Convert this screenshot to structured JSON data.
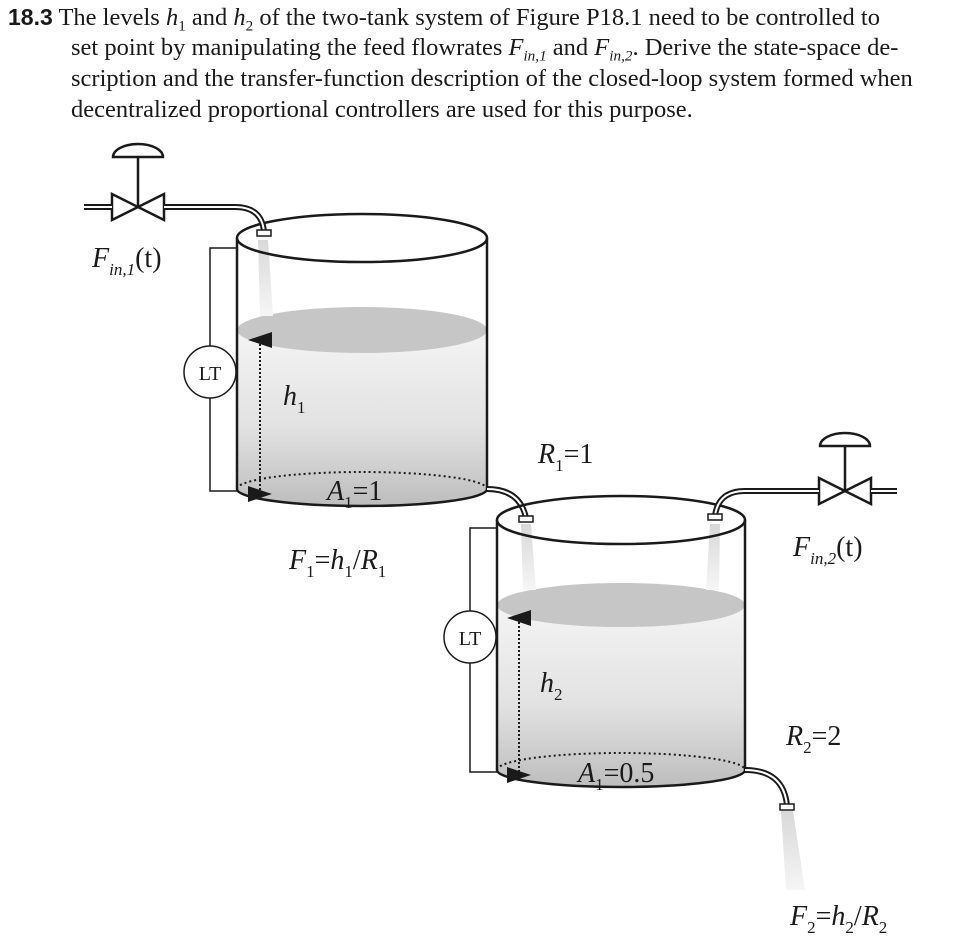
{
  "problem": {
    "number": "18.3",
    "line1": {
      "a": "The levels",
      "h": "h",
      "sub1": "1",
      "and": "and",
      "h2": "h",
      "sub2": "2",
      "b": "of the two-tank system of Figure P18.1 need to be controlled to"
    },
    "line2": {
      "a": "set point by manipulating the feed flowrates",
      "F": "F",
      "sub1": "in,1",
      "and": "and",
      "F2": "F",
      "sub2": "in,2",
      "b": ". Derive the state-space de-"
    },
    "line3": "scription and the transfer-function description of the closed-loop system formed when",
    "line4": "decentralized proportional controllers are used for this purpose."
  },
  "diagram": {
    "fin1": {
      "F": "F",
      "sub": "in,1",
      "arg": "(t)"
    },
    "fin2": {
      "F": "F",
      "sub": "in,2",
      "arg": "(t)"
    },
    "lt1": "LT",
    "lt2": "LT",
    "h1": {
      "h": "h",
      "sub": "1"
    },
    "h2": {
      "h": "h",
      "sub": "2"
    },
    "A1": {
      "A": "A",
      "sub": "1",
      "val": "=1"
    },
    "A2": {
      "A": "A",
      "sub": "1",
      "val": "=0.5"
    },
    "R1": {
      "R": "R",
      "sub": "1",
      "val": "=1"
    },
    "R2": {
      "R": "R",
      "sub": "2",
      "val": "=2"
    },
    "F1": {
      "F": "F",
      "sub": "1",
      "eq": "=",
      "h": "h",
      "hsub": "1",
      "slash": "/",
      "R": "R",
      "Rsub": "1"
    },
    "F2": {
      "F": "F",
      "sub": "2",
      "eq": "=",
      "h": "h",
      "hsub": "2",
      "slash": "/",
      "R": "R",
      "Rsub": "2"
    }
  }
}
